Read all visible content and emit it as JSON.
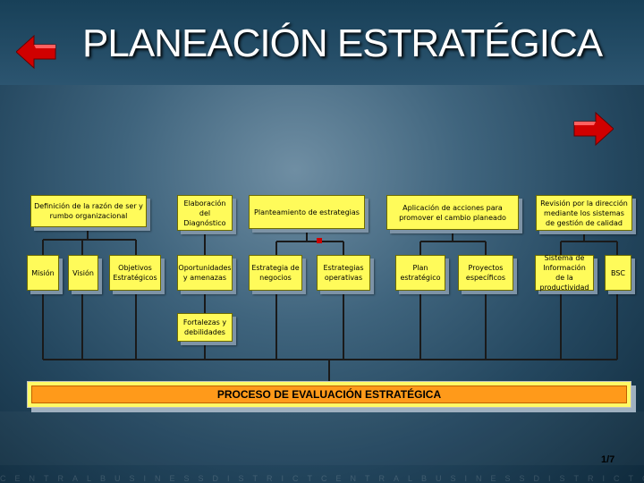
{
  "title": "PLANEACIÓN ESTRATÉGICA",
  "boxes": {
    "definicion": "Definición de la razón de ser y rumbo organizacional",
    "elaboracion": "Elaboración del Diagnóstico",
    "planteamiento": "Planteamiento de estrategias",
    "aplicacion": "Aplicación de acciones para promover el cambio planeado",
    "revision": "Revisión por la dirección mediante los sistemas de gestión de calidad",
    "mision": "Misión",
    "vision": "Visión",
    "objetivos": "Objetivos Estratégicos",
    "oportunidades": "Oportunidades y amenazas",
    "estrategia_negocios": "Estrategia de negocios",
    "estrategias_operativas": "Estrategias operativas",
    "plan": "Plan estratégico",
    "proyectos": "Proyectos específicos",
    "sistema": "Sistema de Información de la productividad",
    "bsc": "BSC",
    "fortalezas": "Fortalezas y debilidades"
  },
  "proceso": "PROCESO DE EVALUACIÓN ESTRATÉGICA",
  "page_number": "1/7",
  "footer_text": "CENTRALBUSINESSDISTRICTCENTRALBUSINESSDISTRICTCENTRA",
  "colors": {
    "box": "#fffb5a",
    "proceso_inner": "#ff9a1a",
    "arrow": "#cc0000"
  },
  "icons": {
    "back": "left-arrow-icon",
    "forward": "right-arrow-icon"
  }
}
